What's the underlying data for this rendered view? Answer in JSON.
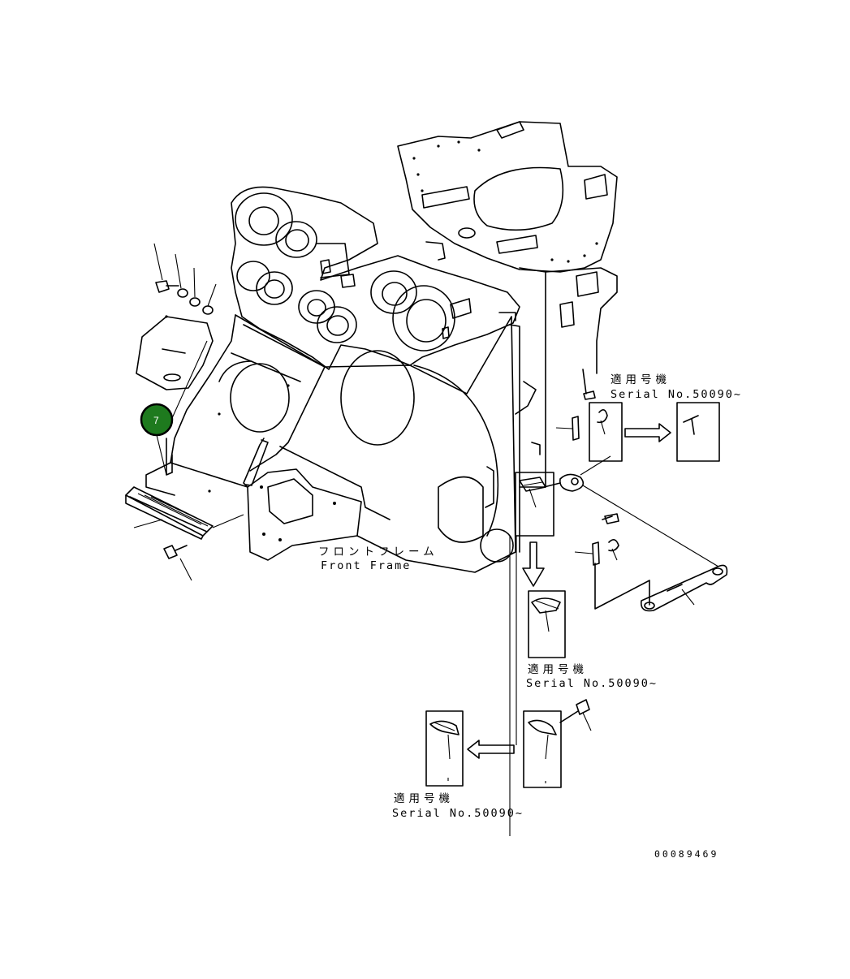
{
  "labels": {
    "front_frame_jp": "フロントフレーム",
    "front_frame_en": "Front Frame",
    "callout_number": "7",
    "document_number": "00089469"
  },
  "applicability_notes": [
    {
      "jp": "適用号機",
      "serial": "Serial No.50090~"
    },
    {
      "jp": "適用号機",
      "serial": "Serial No.50090~"
    },
    {
      "jp": "適用号機",
      "serial": "Serial No.50090~"
    }
  ],
  "colors": {
    "callout_fill": "#1e7a1e",
    "callout_border": "#000000",
    "line": "#000000",
    "background": "#ffffff"
  }
}
